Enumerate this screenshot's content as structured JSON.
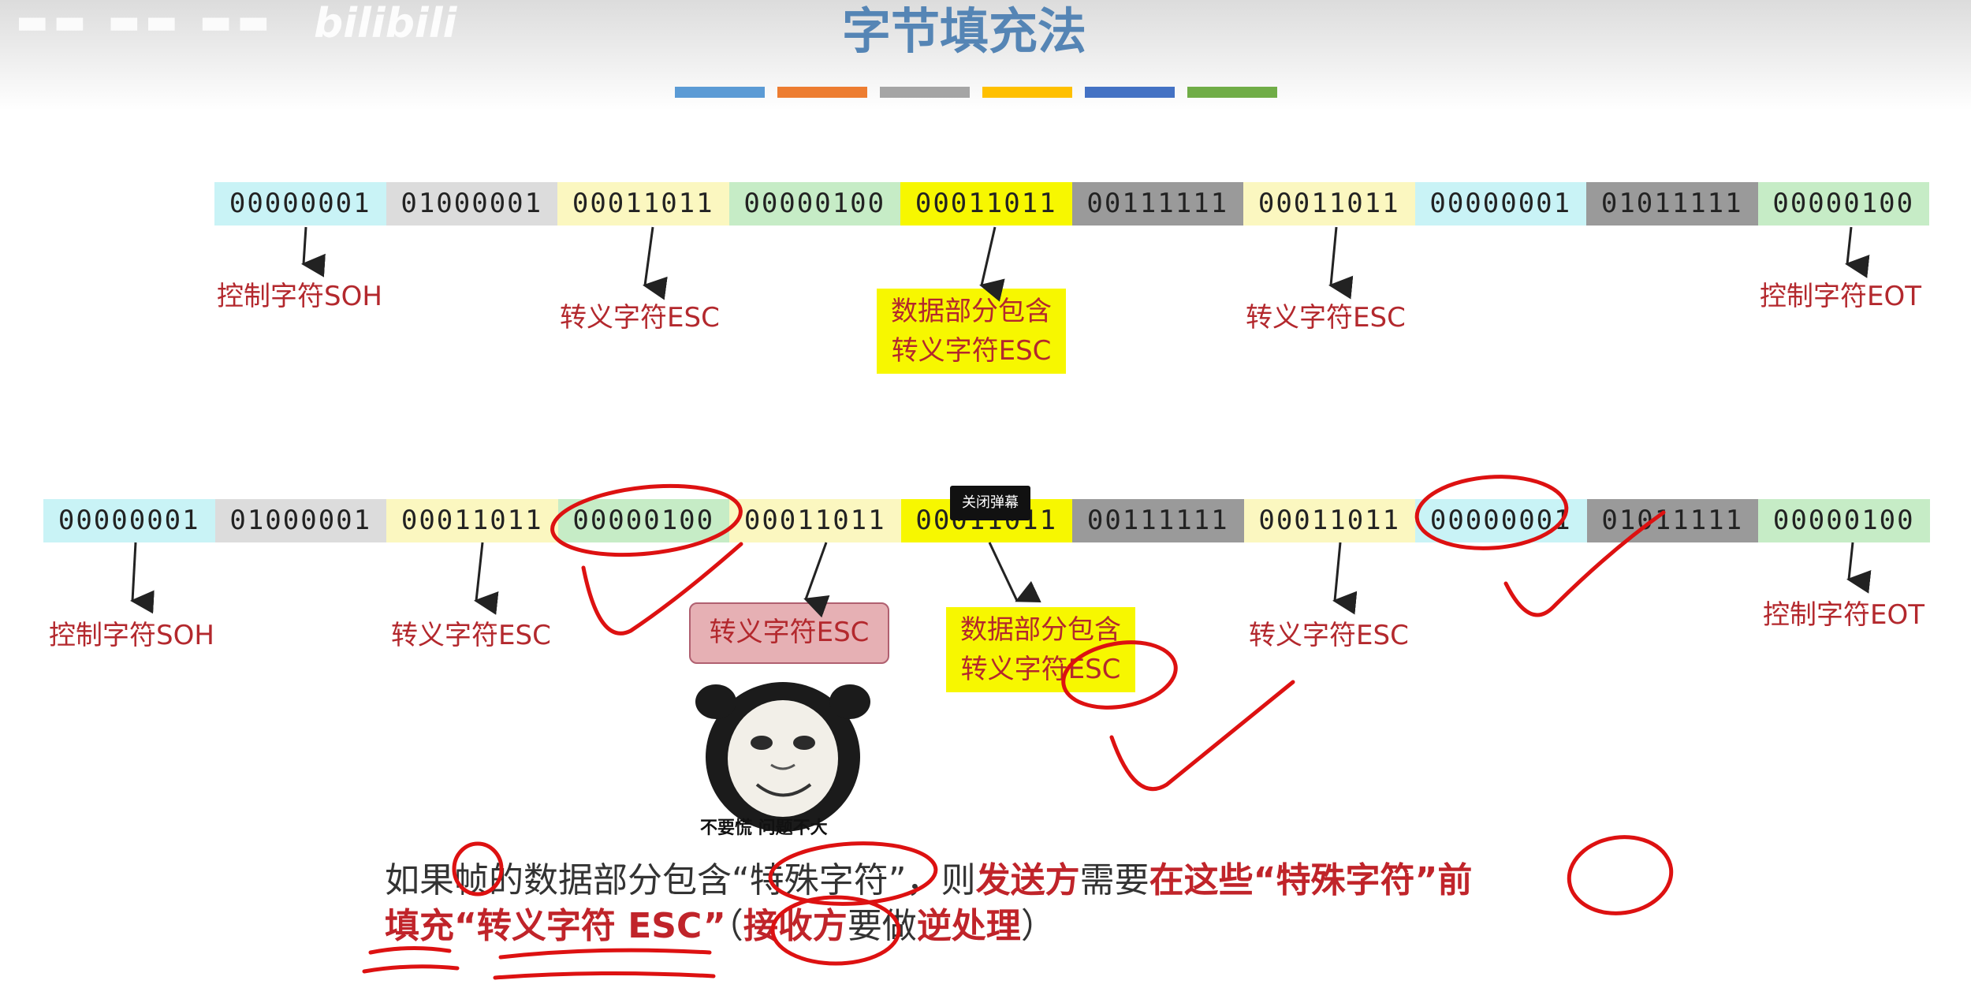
{
  "title": "字节填充法",
  "watermark": {
    "text": "bilibili"
  },
  "accent_colors": [
    "#5b9bd5",
    "#ed7d31",
    "#a5a5a5",
    "#ffc000",
    "#4472c4",
    "#70ad47"
  ],
  "row1": {
    "segments": [
      {
        "bits": "00000001",
        "color": "cyan"
      },
      {
        "bits": "01000001",
        "color": "gray"
      },
      {
        "bits": "00011011",
        "color": "lightyellow"
      },
      {
        "bits": "00000100",
        "color": "green"
      },
      {
        "bits": "00011011",
        "color": "yellow"
      },
      {
        "bits": "00111111",
        "color": "darkgray"
      },
      {
        "bits": "00011011",
        "color": "lightyellow"
      },
      {
        "bits": "00000001",
        "color": "cyan"
      },
      {
        "bits": "01011111",
        "color": "darkgray"
      },
      {
        "bits": "00000100",
        "color": "green"
      }
    ],
    "labels": {
      "soh": "控制字符SOH",
      "esc1": "转义字符ESC",
      "data_line1": "数据部分包含",
      "data_line2": "转义字符ESC",
      "esc2": "转义字符ESC",
      "eot": "控制字符EOT"
    }
  },
  "row2": {
    "segments": [
      {
        "bits": "00000001",
        "color": "cyan"
      },
      {
        "bits": "01000001",
        "color": "gray"
      },
      {
        "bits": "00011011",
        "color": "lightyellow"
      },
      {
        "bits": "00000100",
        "color": "green"
      },
      {
        "bits": "00011011",
        "color": "lightyellow"
      },
      {
        "bits": "00011011",
        "color": "yellow"
      },
      {
        "bits": "00111111",
        "color": "darkgray"
      },
      {
        "bits": "00011011",
        "color": "lightyellow"
      },
      {
        "bits": "00000001",
        "color": "cyan"
      },
      {
        "bits": "01011111",
        "color": "darkgray"
      },
      {
        "bits": "00000100",
        "color": "green"
      }
    ],
    "labels": {
      "soh": "控制字符SOH",
      "esc1": "转义字符ESC",
      "inserted_esc": "转义字符ESC",
      "data_line1": "数据部分包含",
      "data_line2": "转义字符ESC",
      "esc2": "转义字符ESC",
      "eot": "控制字符EOT"
    }
  },
  "danmaku_button": "关闭弹幕",
  "meme_caption": "不要慌 问题不大",
  "bottom": {
    "line1": [
      {
        "t": "如果帧的数据部分包含“特殊字符”，则",
        "red": false
      },
      {
        "t": "发送方",
        "red": true
      },
      {
        "t": "需要",
        "red": false
      },
      {
        "t": "在这些“特殊字符”前",
        "red": true
      }
    ],
    "line2": [
      {
        "t": "填充“转义字符 ESC”",
        "red": true
      },
      {
        "t": "（",
        "red": false
      },
      {
        "t": "接收方",
        "red": true
      },
      {
        "t": "要做",
        "red": false
      },
      {
        "t": "逆处理",
        "red": true
      },
      {
        "t": "）",
        "red": false
      }
    ]
  }
}
